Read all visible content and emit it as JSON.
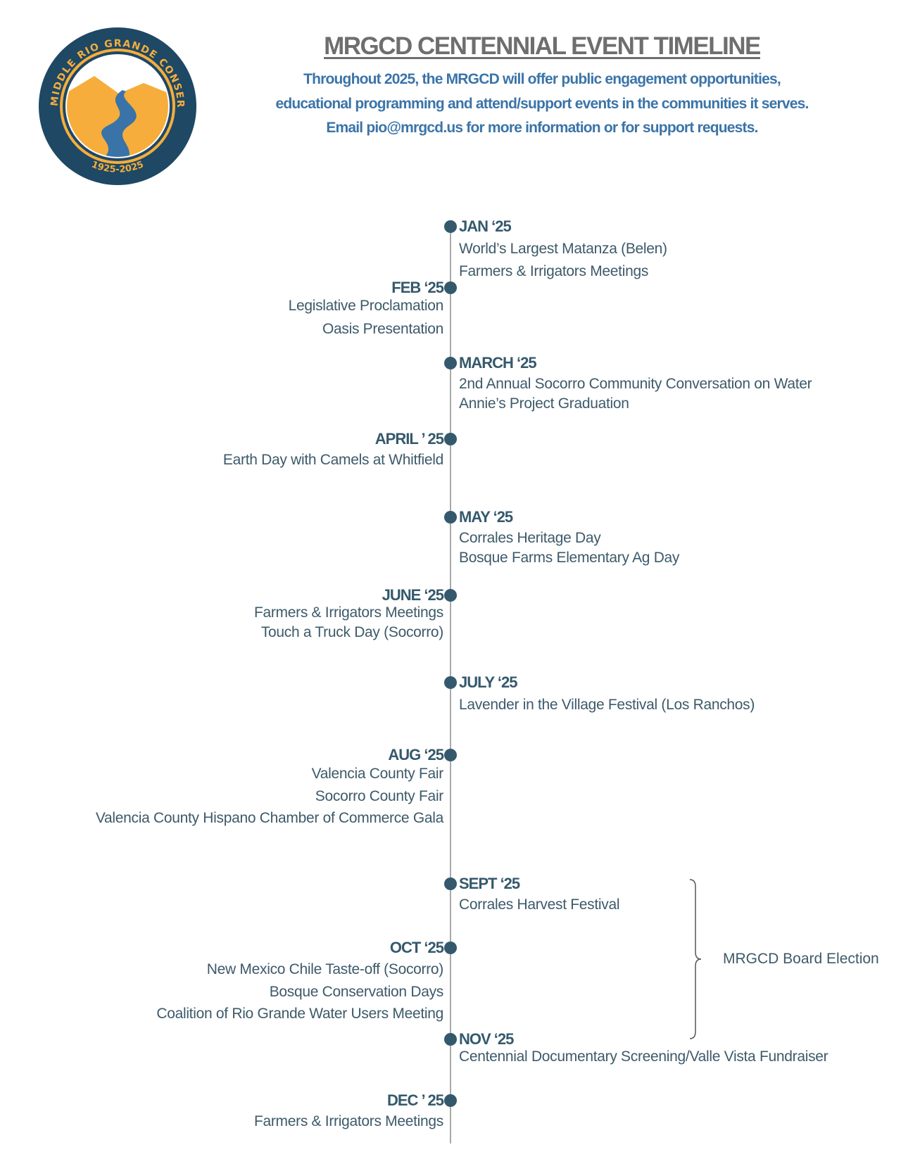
{
  "logo": {
    "ring_text": "MIDDLE RIO GRANDE CONSERVANCY DISTRICT",
    "years": "1925-2025",
    "colors": {
      "navy": "#1e4864",
      "gold": "#f6ad3c",
      "river": "#3a73a8"
    }
  },
  "header": {
    "title": "MRGCD CENTENNIAL EVENT TIMELINE",
    "subtitle_lines": [
      "Throughout 2025, the MRGCD will offer public engagement opportunities,",
      "educational programming and attend/support events in the communities it serves.",
      "Email pio@mrgcd.us for more information or for support requests."
    ]
  },
  "timeline": [
    {
      "label": "JAN ‘25",
      "side": "right",
      "items": [
        "World’s Largest Matanza (Belen)",
        "Farmers & Irrigators Meetings"
      ]
    },
    {
      "label": "FEB ‘25",
      "side": "left",
      "items": [
        "Legislative Proclamation",
        "Oasis Presentation"
      ]
    },
    {
      "label": "MARCH ‘25",
      "side": "right",
      "items": [
        "2nd Annual Socorro Community Conversation on Water",
        "Annie’s Project Graduation"
      ]
    },
    {
      "label": "APRIL ’ 25",
      "side": "left",
      "items": [
        "Earth Day with Camels at Whitfield"
      ]
    },
    {
      "label": "MAY ‘25",
      "side": "right",
      "items": [
        "Corrales Heritage Day",
        "Bosque Farms Elementary Ag Day"
      ]
    },
    {
      "label": "JUNE ‘25",
      "side": "left",
      "items": [
        "Farmers & Irrigators Meetings",
        "Touch a Truck Day (Socorro)"
      ]
    },
    {
      "label": "JULY ‘25",
      "side": "right",
      "items": [
        "Lavender in the Village Festival (Los Ranchos)"
      ]
    },
    {
      "label": "AUG ‘25",
      "side": "left",
      "items": [
        "Valencia County Fair",
        "Socorro County Fair",
        "Valencia County Hispano Chamber of Commerce Gala"
      ]
    },
    {
      "label": "SEPT ‘25",
      "side": "right",
      "items": [
        "Corrales Harvest Festival"
      ]
    },
    {
      "label": "OCT ‘25",
      "side": "left",
      "items": [
        "New Mexico Chile Taste-off (Socorro)",
        "Bosque Conservation Days",
        "Coalition of Rio Grande Water Users Meeting"
      ]
    },
    {
      "label": "NOV ‘25",
      "side": "right",
      "items": [
        "Centennial Documentary Screening/Valle Vista Fundraiser"
      ]
    },
    {
      "label": "DEC ’ 25",
      "side": "left",
      "items": [
        "Farmers & Irrigators Meetings"
      ]
    }
  ],
  "bracket_note": "MRGCD Board Election",
  "colors": {
    "title": "#6e6e6e",
    "subtitle": "#3b74a8",
    "dot": "#35596c",
    "text": "#3d5a6a",
    "line": "#a9a9a9"
  }
}
